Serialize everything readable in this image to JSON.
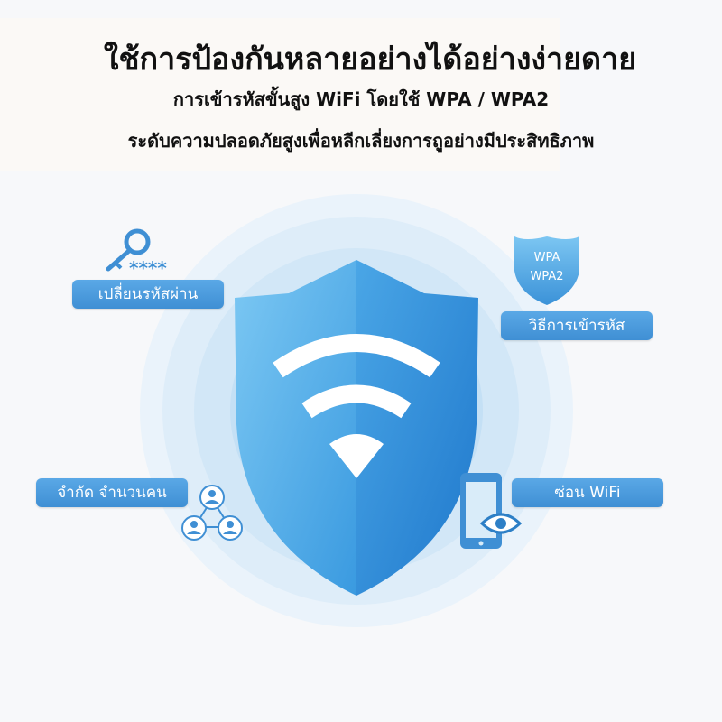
{
  "heading": {
    "main": "ใช้การป้องกันหลายอย่างได้อย่างง่ายดาย",
    "line1": "การเข้ารหัสขั้นสูง WiFi โดยใช้ WPA / WPA2",
    "line2": "ระดับความปลอดภัยสูงเพื่อหลีกเลี่ยงการถูอย่างมีประสิทธิภาพ"
  },
  "features": {
    "change_password": "เปลี่ยนรหัสผ่าน",
    "encryption_method": "วิธีการเข้ารหัส",
    "limit_users": "จำกัด จำนวนคน",
    "hide_wifi": "ซ่อน WiFi"
  },
  "wpa_badge": {
    "line1": "WPA",
    "line2": "WPA2"
  },
  "password_mask": "****",
  "colors": {
    "accent": "#3f8fd4",
    "shield_light": "#6fc0f0",
    "shield_dark": "#2a86d6",
    "halo": "#cfe6f7"
  },
  "icons": [
    "key-icon",
    "wpa-shield-icon",
    "users-network-icon",
    "phone-eye-icon",
    "wifi-shield-icon"
  ]
}
